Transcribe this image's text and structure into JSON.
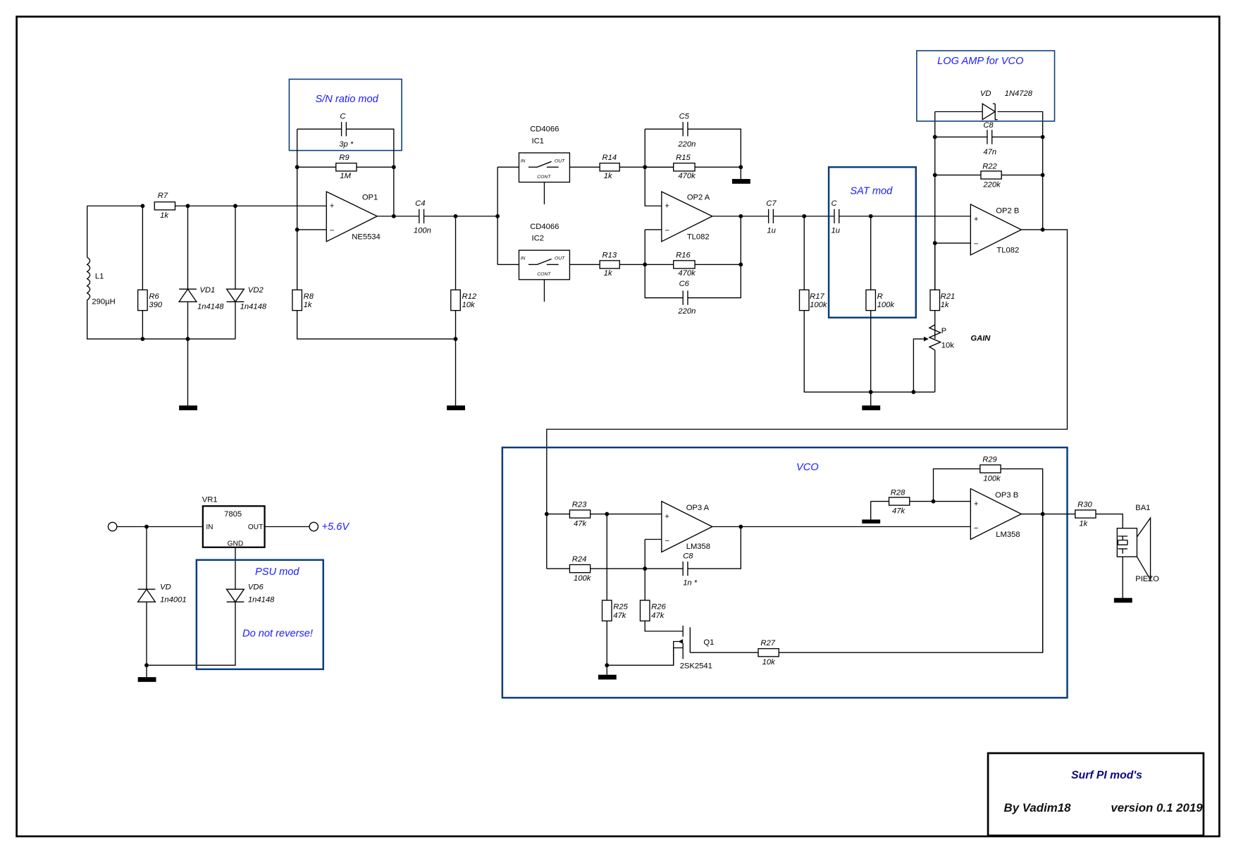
{
  "title_block": {
    "title": "Surf PI mod's",
    "author": "By Vadim18",
    "version": "version 0.1  2019"
  },
  "mod_blocks": {
    "sn_ratio": "S/N ratio mod",
    "sat": "SAT mod",
    "log_amp": "LOG AMP for VCO",
    "vco": "VCO",
    "psu": "PSU mod",
    "psu_note": "Do not reverse!"
  },
  "accent_colors": {
    "mod_text": "#1a1aff",
    "mod_border": "#0b3d7a",
    "title": "#0a0a80"
  },
  "components": {
    "L1": {
      "ref": "L1",
      "value": "290µH"
    },
    "R6": {
      "ref": "R6",
      "value": "390"
    },
    "R7": {
      "ref": "R7",
      "value": "1k"
    },
    "VD1": {
      "ref": "VD1",
      "value": "1n4148"
    },
    "VD2": {
      "ref": "VD2",
      "value": "1n4148"
    },
    "C_sn": {
      "ref": "C",
      "value": "3p *"
    },
    "R9": {
      "ref": "R9",
      "value": "1M"
    },
    "OP1": {
      "ref": "OP1",
      "value": "NE5534"
    },
    "R8": {
      "ref": "R8",
      "value": "1k"
    },
    "C4": {
      "ref": "C4",
      "value": "100n"
    },
    "R12": {
      "ref": "R12",
      "value": "10k"
    },
    "IC1": {
      "ref": "IC1",
      "part": "CD4066"
    },
    "IC2": {
      "ref": "IC2",
      "part": "CD4066"
    },
    "switch_pins": {
      "in": "IN",
      "out": "OUT",
      "cont": "CONT"
    },
    "R14": {
      "ref": "R14",
      "value": "1k"
    },
    "R13": {
      "ref": "R13",
      "value": "1k"
    },
    "C5": {
      "ref": "C5",
      "value": "220n"
    },
    "R15": {
      "ref": "R15",
      "value": "470k"
    },
    "R16": {
      "ref": "R16",
      "value": "470k"
    },
    "C6": {
      "ref": "C6",
      "value": "220n"
    },
    "OP2A": {
      "ref": "OP2 A",
      "value": "TL082"
    },
    "C7": {
      "ref": "C7",
      "value": "1u"
    },
    "C_sat": {
      "ref": "C",
      "value": "1u"
    },
    "R17": {
      "ref": "R17",
      "value": "100k"
    },
    "R_sat": {
      "ref": "R",
      "value": "100k"
    },
    "VD_log": {
      "ref": "VD",
      "value": "1N4728"
    },
    "C8_log": {
      "ref": "C8",
      "value": "47n"
    },
    "R22": {
      "ref": "R22",
      "value": "220k"
    },
    "OP2B": {
      "ref": "OP2 B",
      "value": "TL082"
    },
    "R21": {
      "ref": "R21",
      "value": "1k"
    },
    "P": {
      "ref": "P",
      "value": "10k",
      "label": "GAIN"
    },
    "R23": {
      "ref": "R23",
      "value": "47k"
    },
    "R24": {
      "ref": "R24",
      "value": "100k"
    },
    "OP3A": {
      "ref": "OP3 A",
      "value": "LM358"
    },
    "C8_vco": {
      "ref": "C8",
      "value": "1n *"
    },
    "R25": {
      "ref": "R25",
      "value": "47k"
    },
    "R26": {
      "ref": "R26",
      "value": "47k"
    },
    "Q1": {
      "ref": "Q1",
      "value": "2SK2541"
    },
    "R27": {
      "ref": "R27",
      "value": "10k"
    },
    "R28": {
      "ref": "R28",
      "value": "47k"
    },
    "R29": {
      "ref": "R29",
      "value": "100k"
    },
    "OP3B": {
      "ref": "OP3 B",
      "value": "LM358"
    },
    "R30": {
      "ref": "R30",
      "value": "1k"
    },
    "BA1": {
      "ref": "BA1",
      "value": "PIEZO"
    },
    "VR1": {
      "ref": "VR1",
      "value": "7805",
      "pin_in": "IN",
      "pin_out": "OUT",
      "pin_gnd": "GND"
    },
    "VD_psu": {
      "ref": "VD",
      "value": "1n4001"
    },
    "VD6": {
      "ref": "VD6",
      "value": "1n4148"
    },
    "vout_label": "+5.6V"
  },
  "opamp_pins": {
    "plus": "+",
    "minus": "−"
  }
}
